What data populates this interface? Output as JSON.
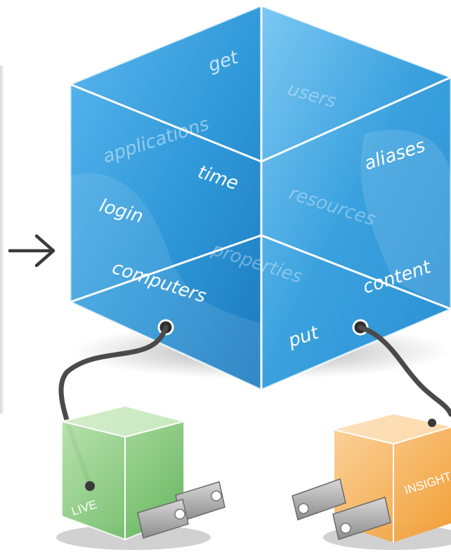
{
  "cube": {
    "front_words": [
      "get",
      "applications",
      "time",
      "login",
      "computers"
    ],
    "top_words": [
      "users"
    ],
    "side_words": [
      "aliases",
      "resources",
      "properties",
      "content",
      "put"
    ]
  },
  "plugs": [
    {
      "label": "LIVE",
      "color": "#7dc470"
    },
    {
      "label": "INSIGHT",
      "color": "#f6a843"
    }
  ],
  "colors": {
    "cube_front": "#2e95d6",
    "cube_side": "#1f7fc5",
    "edge": "#ffffff",
    "cable": "#4a4a4a"
  }
}
